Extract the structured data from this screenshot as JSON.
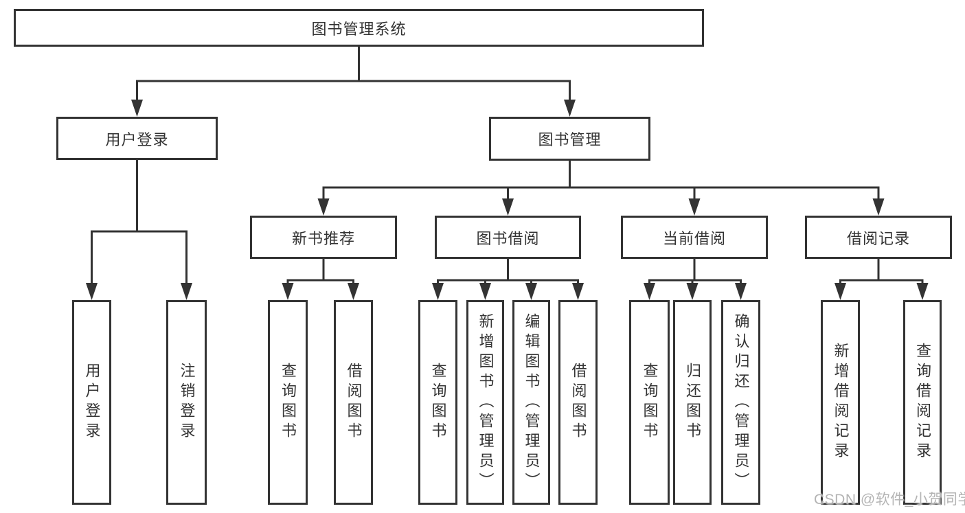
{
  "diagram_title": "图书管理系统",
  "nodes": {
    "root": {
      "label": "图书管理系统"
    },
    "user-login": {
      "label": "用户登录"
    },
    "book-mgmt": {
      "label": "图书管理"
    },
    "new-book-rec": {
      "label": "新书推荐"
    },
    "book-borrow": {
      "label": "图书借阅"
    },
    "current-borrow": {
      "label": "当前借阅"
    },
    "borrow-records": {
      "label": "借阅记录"
    },
    "leaf-user-login": {
      "label": "用户登录"
    },
    "leaf-logout": {
      "label": "注销登录"
    },
    "leaf-nbr-query": {
      "label": "查询图书"
    },
    "leaf-nbr-borrow": {
      "label": "借阅图书"
    },
    "leaf-bb-query": {
      "label": "查询图书"
    },
    "leaf-bb-add": {
      "label": "新增图书（管理员）"
    },
    "leaf-bb-edit": {
      "label": "编辑图书（管理员）"
    },
    "leaf-bb-borrow": {
      "label": "借阅图书"
    },
    "leaf-cb-query": {
      "label": "查询图书"
    },
    "leaf-cb-return": {
      "label": "归还图书"
    },
    "leaf-cb-confirm": {
      "label": "确认归还（管理员）"
    },
    "leaf-br-add": {
      "label": "新增借阅记录"
    },
    "leaf-br-query": {
      "label": "查询借阅记录"
    }
  },
  "edges": [
    {
      "parent": "root",
      "children": [
        "user-login",
        "book-mgmt"
      ]
    },
    {
      "parent": "user-login",
      "children": [
        "leaf-user-login",
        "leaf-logout"
      ]
    },
    {
      "parent": "book-mgmt",
      "children": [
        "new-book-rec",
        "book-borrow",
        "current-borrow",
        "borrow-records"
      ]
    },
    {
      "parent": "new-book-rec",
      "children": [
        "leaf-nbr-query",
        "leaf-nbr-borrow"
      ]
    },
    {
      "parent": "book-borrow",
      "children": [
        "leaf-bb-query",
        "leaf-bb-add",
        "leaf-bb-edit",
        "leaf-bb-borrow"
      ]
    },
    {
      "parent": "current-borrow",
      "children": [
        "leaf-cb-query",
        "leaf-cb-return",
        "leaf-cb-confirm"
      ]
    },
    {
      "parent": "borrow-records",
      "children": [
        "leaf-br-add",
        "leaf-br-query"
      ]
    }
  ],
  "watermark": {
    "text": "CSDN @软件_小贺同学"
  },
  "colors": {
    "line": "#333333",
    "box_border": "#333333",
    "text": "#333333",
    "watermark": "#b4b4b4",
    "background": "#ffffff"
  }
}
